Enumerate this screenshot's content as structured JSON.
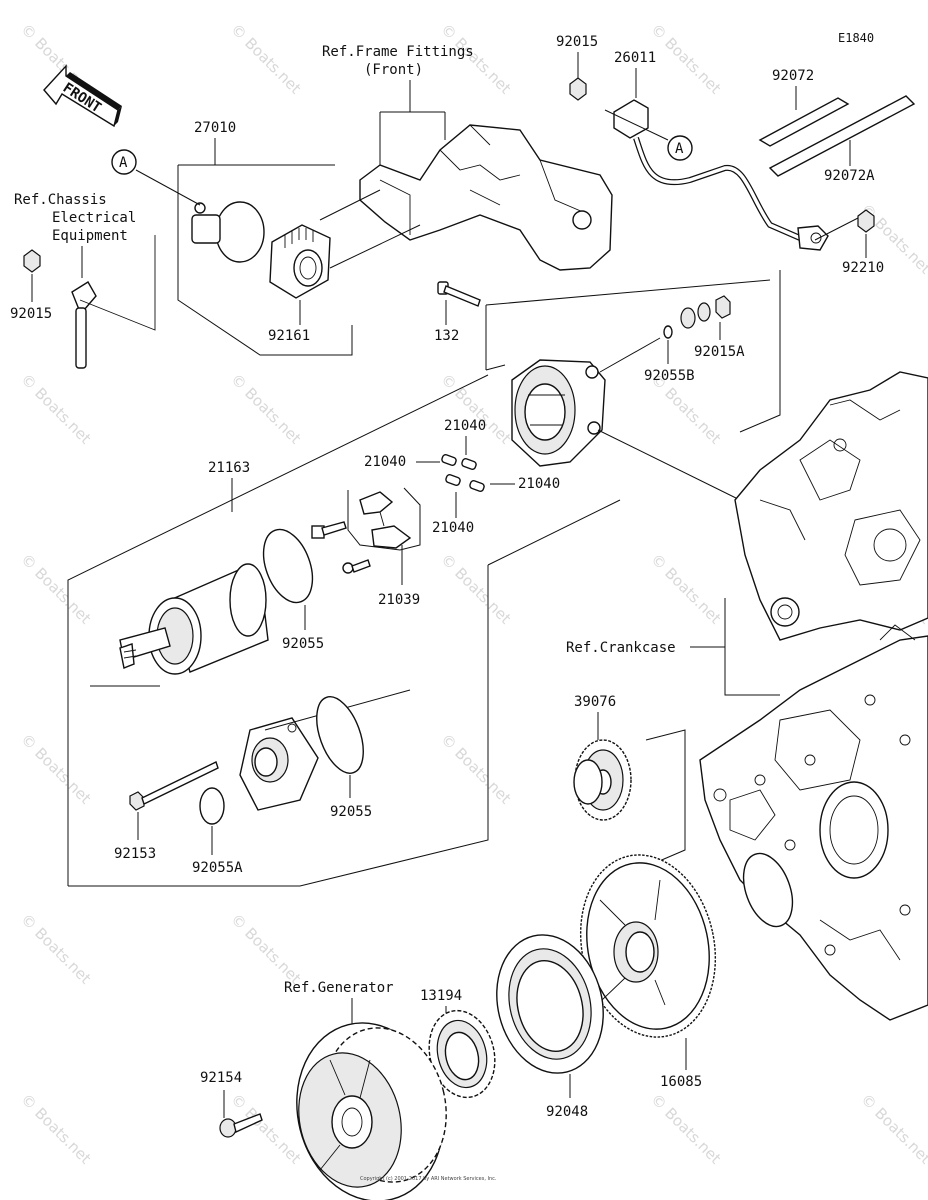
{
  "diagram": {
    "code": "E1840",
    "front_label": "FRONT",
    "callout_letter": "A",
    "refs": {
      "frame": "Ref.Frame Fittings",
      "frame_sub": "(Front)",
      "chassis_1": "Ref.Chassis",
      "chassis_2": "Electrical",
      "chassis_3": "Equipment",
      "crankcase": "Ref.Crankcase",
      "generator": "Ref.Generator"
    },
    "parts": {
      "p27010": "27010",
      "p92015_top": "92015",
      "p26011": "26011",
      "p92072": "92072",
      "p92072A": "92072A",
      "p92210": "92210",
      "p92015_left": "92015",
      "p92161": "92161",
      "p132": "132",
      "p92015A": "92015A",
      "p92055B": "92055B",
      "p21040_a": "21040",
      "p21040_b": "21040",
      "p21040_c": "21040",
      "p21040_d": "21040",
      "p21163": "21163",
      "p21039": "21039",
      "p92055_a": "92055",
      "p92055_b": "92055",
      "p92153": "92153",
      "p92055A": "92055A",
      "p39076": "39076",
      "p13194": "13194",
      "p16085": "16085",
      "p92048": "92048",
      "p92154": "92154"
    },
    "watermark": "© Boats.net",
    "footer": "Copyright (c) 2001-2017 by ARI Network Services, Inc."
  }
}
